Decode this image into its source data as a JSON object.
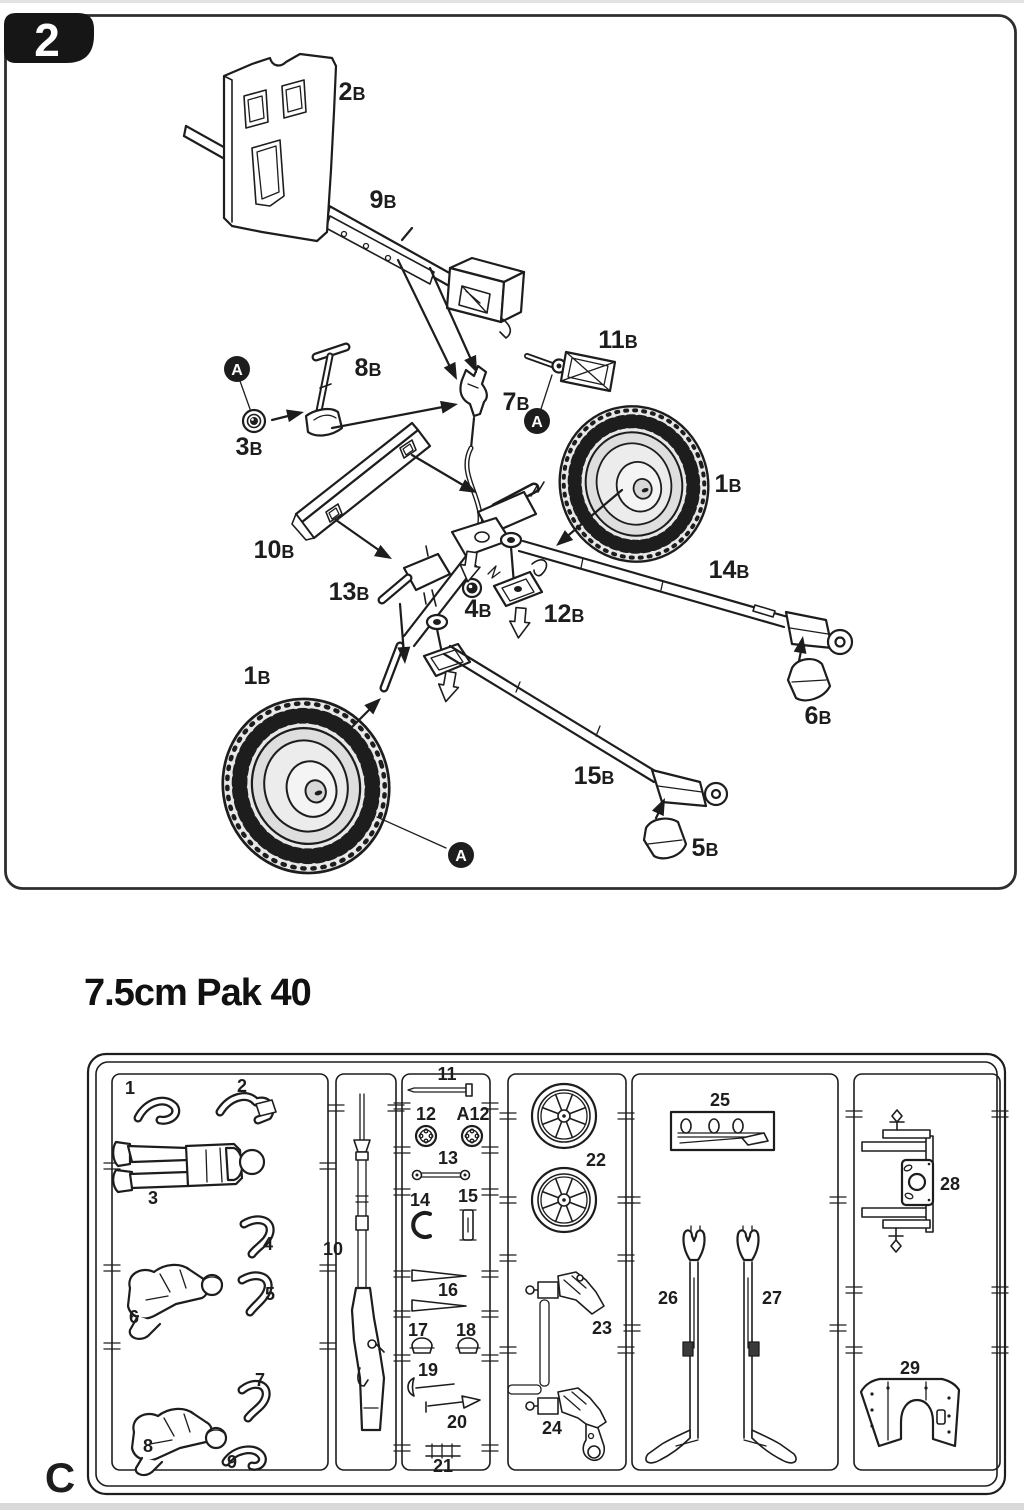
{
  "colors": {
    "ink": "#1d1d1e",
    "paper": "#ffffff",
    "tire_gray": "#e8e8e8",
    "badge_bg": "#161616"
  },
  "step": {
    "number": "2",
    "labels": [
      {
        "num": "2",
        "suffix": "B"
      },
      {
        "num": "9",
        "suffix": "B"
      },
      {
        "num": "11",
        "suffix": "B"
      },
      {
        "num": "8",
        "suffix": "B"
      },
      {
        "num": "3",
        "suffix": "B"
      },
      {
        "num": "7",
        "suffix": "B"
      },
      {
        "num": "1",
        "suffix": "B"
      },
      {
        "num": "10",
        "suffix": "B"
      },
      {
        "num": "13",
        "suffix": "B"
      },
      {
        "num": "4",
        "suffix": "B"
      },
      {
        "num": "12",
        "suffix": "B"
      },
      {
        "num": "14",
        "suffix": "B"
      },
      {
        "num": "6",
        "suffix": "B"
      },
      {
        "num": "1",
        "suffix": "B"
      },
      {
        "num": "15",
        "suffix": "B"
      },
      {
        "num": "5",
        "suffix": "B"
      }
    ],
    "markers": [
      "A",
      "A",
      "A"
    ]
  },
  "kit": {
    "title": "7.5cm Pak 40"
  },
  "sprue": {
    "letter": "C",
    "part_numbers": [
      "1",
      "2",
      "3",
      "4",
      "5",
      "6",
      "7",
      "8",
      "9",
      "10",
      "11",
      "12",
      "A12",
      "13",
      "14",
      "15",
      "16",
      "17",
      "18",
      "19",
      "20",
      "21",
      "22",
      "23",
      "24",
      "25",
      "26",
      "27",
      "28",
      "29"
    ]
  }
}
